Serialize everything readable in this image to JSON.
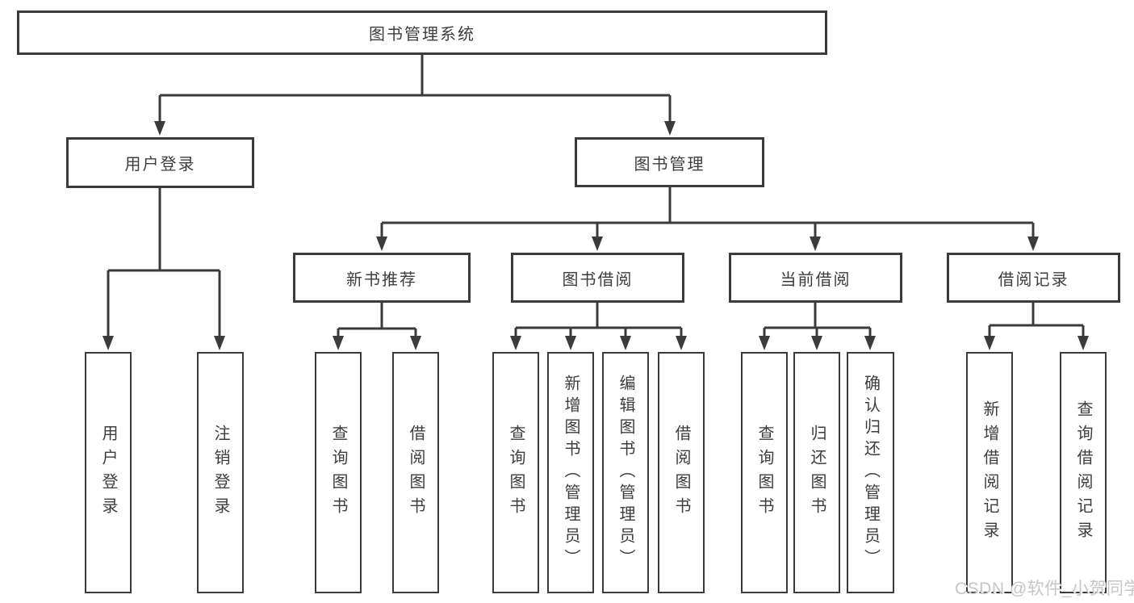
{
  "diagram": {
    "title": "图书管理系统",
    "level1": {
      "user_login": "用户登录",
      "book_management": "图书管理"
    },
    "level2": {
      "new_books": "新书推荐",
      "book_borrow": "图书借阅",
      "current_borrow": "当前借阅",
      "borrow_records": "借阅记录"
    },
    "leaves": {
      "user_login_login": "用户登录",
      "user_login_logout": "注销登录",
      "new_books_query": "查询图书",
      "new_books_borrow": "借阅图书",
      "book_borrow_query": "查询图书",
      "book_borrow_add": "新增图书（管理员）",
      "book_borrow_edit": "编辑图书（管理员）",
      "book_borrow_borrow": "借阅图书",
      "current_query": "查询图书",
      "current_return": "归还图书",
      "current_confirm": "确认归还（管理员）",
      "records_add": "新增借阅记录",
      "records_query": "查询借阅记录"
    }
  },
  "watermark": "CSDN @软件_小贺同学",
  "colors": {
    "line": "#3b3b3b",
    "text": "#3d3d3d",
    "watermark": "#c6c6c6",
    "background": "#ffffff"
  }
}
